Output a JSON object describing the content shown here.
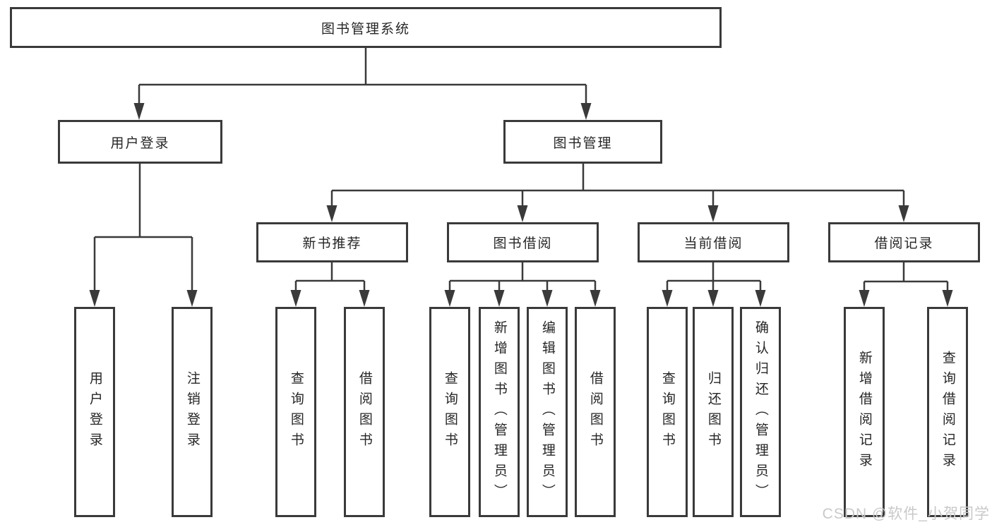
{
  "tree": {
    "label": "图书管理系统",
    "children": [
      {
        "label": "用户登录",
        "children": [
          {
            "label": "用户登录"
          },
          {
            "label": "注销登录"
          }
        ]
      },
      {
        "label": "图书管理",
        "children": [
          {
            "label": "新书推荐",
            "children": [
              {
                "label": "查询图书"
              },
              {
                "label": "借阅图书"
              }
            ]
          },
          {
            "label": "图书借阅",
            "children": [
              {
                "label": "查询图书"
              },
              {
                "label": "新增图书（管理员）"
              },
              {
                "label": "编辑图书（管理员）"
              },
              {
                "label": "借阅图书"
              }
            ]
          },
          {
            "label": "当前借阅",
            "children": [
              {
                "label": "查询图书"
              },
              {
                "label": "归还图书"
              },
              {
                "label": "确认归还（管理员）"
              }
            ]
          },
          {
            "label": "借阅记录",
            "children": [
              {
                "label": "新增借阅记录"
              },
              {
                "label": "查询借阅记录"
              }
            ]
          }
        ]
      }
    ]
  },
  "watermark": "CSDN @软件_小贺同学",
  "colors": {
    "line": "#3a3a3a",
    "text": "#262626",
    "watermark": "#c9c9c9",
    "background": "#ffffff"
  }
}
